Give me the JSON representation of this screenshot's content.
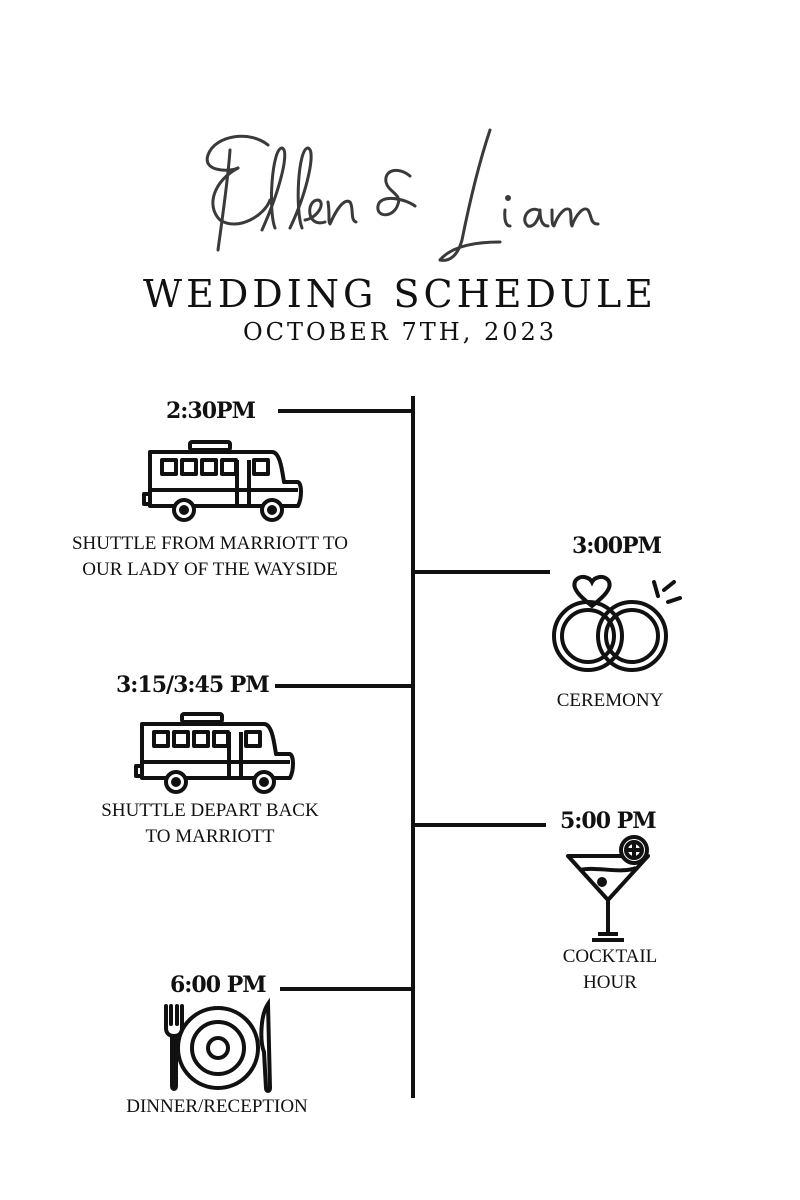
{
  "header": {
    "couple": "Ellen & Liam",
    "title": "WEDDING SCHEDULE",
    "date": "OCTOBER 7TH, 2023"
  },
  "events": [
    {
      "time": "2:30PM",
      "label": "SHUTTLE FROM MARRIOTT TO\nOUR LADY OF THE WAYSIDE",
      "icon": "shuttle-bus-icon",
      "side": "left"
    },
    {
      "time": "3:00PM",
      "label": "CEREMONY",
      "icon": "wedding-rings-icon",
      "side": "right"
    },
    {
      "time": "3:15/3:45 PM",
      "label": "SHUTTLE  DEPART BACK\nTO MARRIOTT",
      "icon": "shuttle-bus-icon",
      "side": "left"
    },
    {
      "time": "5:00 PM",
      "label": "COCKTAIL\nHOUR",
      "icon": "cocktail-glass-icon",
      "side": "right"
    },
    {
      "time": "6:00 PM",
      "label": "DINNER/RECEPTION",
      "icon": "plate-cutlery-icon",
      "side": "left"
    }
  ],
  "colors": {
    "ink": "#111111",
    "background": "#ffffff"
  }
}
